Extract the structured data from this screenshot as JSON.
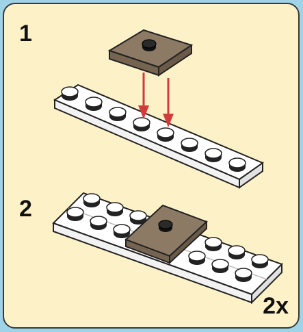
{
  "steps": [
    {
      "number": "1"
    },
    {
      "number": "2"
    }
  ],
  "multiplier": "2x",
  "colors": {
    "panel_background": "#fdf1c8",
    "page_background": "#9fd3e8",
    "white_plate": "#ffffff",
    "tan_tile": "#8c7a64",
    "arrow": "#d23b3b",
    "outline": "#111111"
  }
}
